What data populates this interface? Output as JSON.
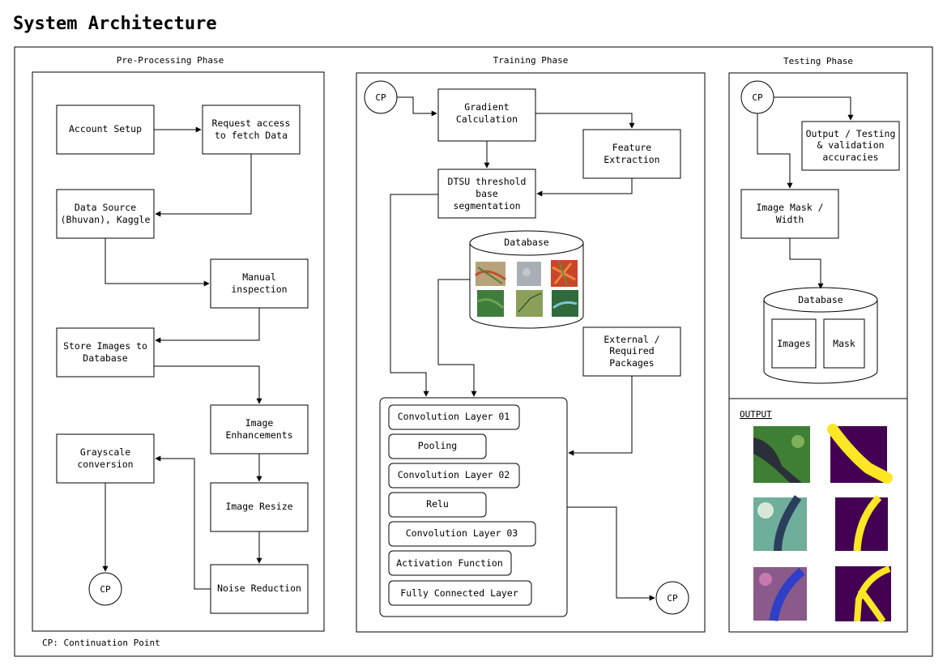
{
  "title": "System Architecture",
  "phases": {
    "pre_processing": "Pre-Processing Phase",
    "training": "Training Phase",
    "testing": "Testing Phase"
  },
  "pre": {
    "account_setup": "Account Setup",
    "request_access": [
      "Request access",
      "to fetch Data"
    ],
    "data_source": [
      "Data Source",
      "(Bhuvan), Kaggle"
    ],
    "manual_inspection": [
      "Manual",
      "inspection"
    ],
    "store_images": [
      "Store Images to",
      "Database"
    ],
    "image_enhancements": [
      "Image",
      "Enhancements"
    ],
    "grayscale": [
      "Grayscale",
      "conversion"
    ],
    "image_resize": "Image Resize",
    "noise_reduction": "Noise Reduction"
  },
  "train": {
    "gradient": [
      "Gradient",
      "Calculation"
    ],
    "feature": [
      "Feature",
      "Extraction"
    ],
    "dtsu": [
      "DTSU threshold",
      "base",
      "segmentation"
    ],
    "database": "Database",
    "external": [
      "External /",
      "Required",
      "Packages"
    ],
    "layers": [
      "Convolution Layer 01",
      "Pooling",
      "Convolution Layer 02",
      "Relu",
      "Convolution Layer 03",
      "Activation Function",
      "Fully Connected Layer"
    ]
  },
  "test": {
    "output_testing": [
      "Output / Testing",
      "& validation",
      "accuracies"
    ],
    "image_mask": [
      "Image Mask /",
      "Width"
    ],
    "database": "Database",
    "images": "Images",
    "mask": "Mask",
    "output_label": "OUTPUT"
  },
  "cp": "CP",
  "legend": "CP: Continuation Point",
  "colors": {
    "mask_purple": "#440154",
    "mask_yellow": "#fde725",
    "river_dark": "#2b3f5c",
    "vegetation": "#3e7d3a"
  }
}
